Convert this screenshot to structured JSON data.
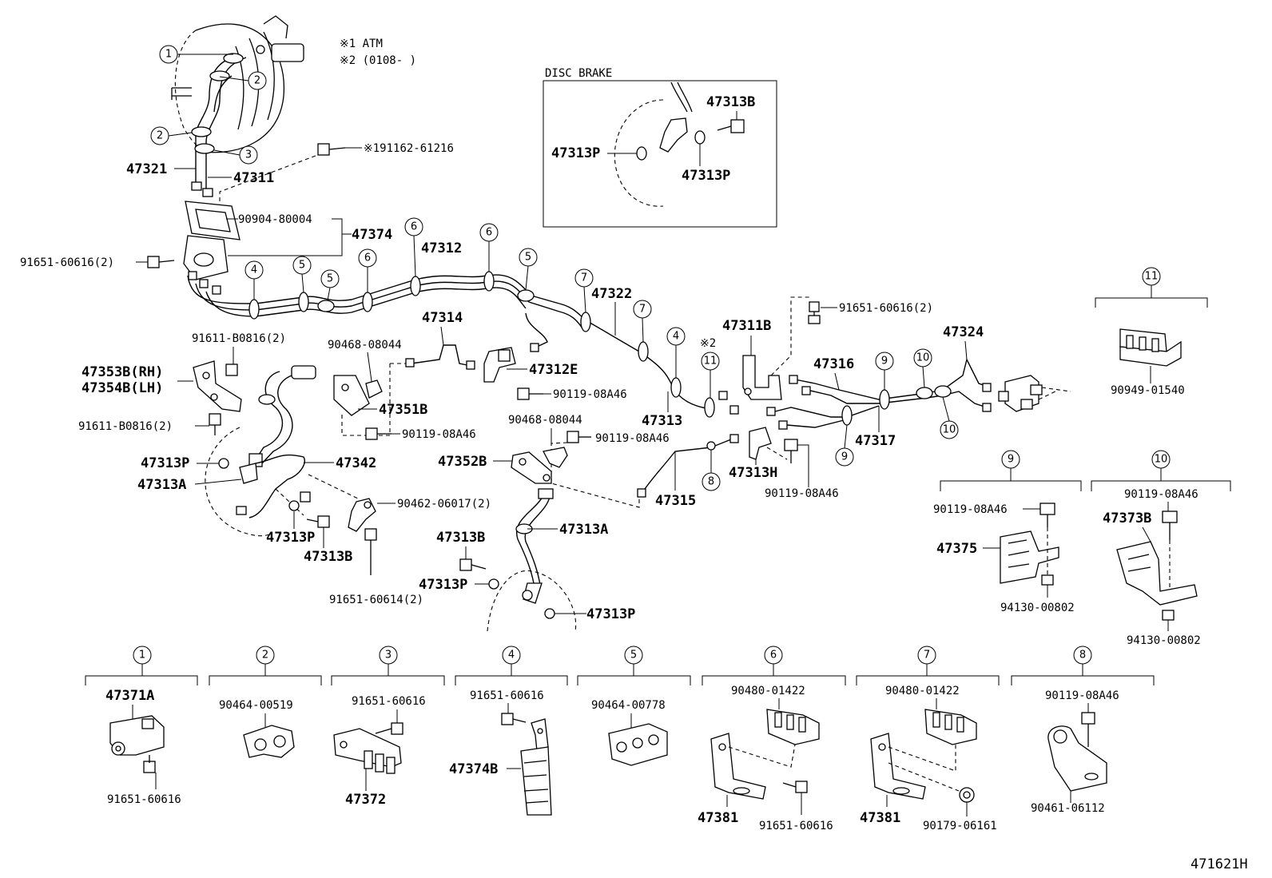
{
  "notes": {
    "note1": "※1  ATM",
    "note2": "※2  (0108-       )"
  },
  "disc_brake": {
    "title": "DISC BRAKE",
    "labels": [
      "47313B",
      "47313P",
      "47313P"
    ]
  },
  "labels": {
    "p47321": "47321",
    "p47311": "47311",
    "p191162": "※191162-61216",
    "p90904": "90904-80004",
    "p47374": "47374",
    "p91651a": "91651-60616(2)",
    "p47312": "47312",
    "p47322": "47322",
    "p47314": "47314",
    "p90468a": "90468-08044",
    "p47312E": "47312E",
    "p90119a": "90119-08A46",
    "p47351B": "47351B",
    "p90119b": "90119-08A46",
    "p91611a": "91611-B0816(2)",
    "p47353B": "47353B(RH)",
    "p47354B": "47354B(LH)",
    "p91611b": "91611-B0816(2)",
    "p47313P1": "47313P",
    "p47313A1": "47313A",
    "p47342": "47342",
    "p90462": "90462-06017(2)",
    "p47313P2": "47313P",
    "p47313B1": "47313B",
    "p91651b": "91651-60614(2)",
    "p90468b": "90468-08044",
    "p90119c": "90119-08A46",
    "p47352B": "47352B",
    "p47313A2": "47313A",
    "p47313B2": "47313B",
    "p47313P3": "47313P",
    "p47313P4": "47313P",
    "p47311B": "47311B",
    "p91651c": "91651-60616(2)",
    "p47313": "47313",
    "p47316": "47316",
    "p47324": "47324",
    "p47317": "47317",
    "p47315": "47315",
    "p47313H": "47313H",
    "p90119d": "90119-08A46",
    "star2": "※2"
  },
  "insets": {
    "i9": {
      "num": "9",
      "labels": [
        "90119-08A46",
        "47375",
        "94130-00802"
      ]
    },
    "i10": {
      "num": "10",
      "labels": [
        "90119-08A46",
        "47373B",
        "94130-00802"
      ]
    },
    "i11": {
      "num": "11",
      "labels": [
        "90949-01540"
      ]
    }
  },
  "bottom_groups": [
    {
      "num": "1",
      "labels": [
        "47371A",
        "91651-60616"
      ]
    },
    {
      "num": "2",
      "labels": [
        "90464-00519"
      ]
    },
    {
      "num": "3",
      "labels": [
        "91651-60616",
        "47372"
      ]
    },
    {
      "num": "4",
      "labels": [
        "91651-60616",
        "47374B"
      ]
    },
    {
      "num": "5",
      "labels": [
        "90464-00778"
      ]
    },
    {
      "num": "6",
      "labels": [
        "90480-01422",
        "47381",
        "91651-60616"
      ]
    },
    {
      "num": "7",
      "labels": [
        "90480-01422",
        "47381",
        "90179-06161"
      ]
    },
    {
      "num": "8",
      "labels": [
        "90119-08A46",
        "90461-06112"
      ]
    }
  ],
  "callouts": [
    "1",
    "2",
    "2",
    "3",
    "4",
    "5",
    "5",
    "6",
    "6",
    "5",
    "7",
    "7",
    "4",
    "11",
    "9",
    "10",
    "10",
    "9",
    "8"
  ],
  "figure_id": "471621H"
}
